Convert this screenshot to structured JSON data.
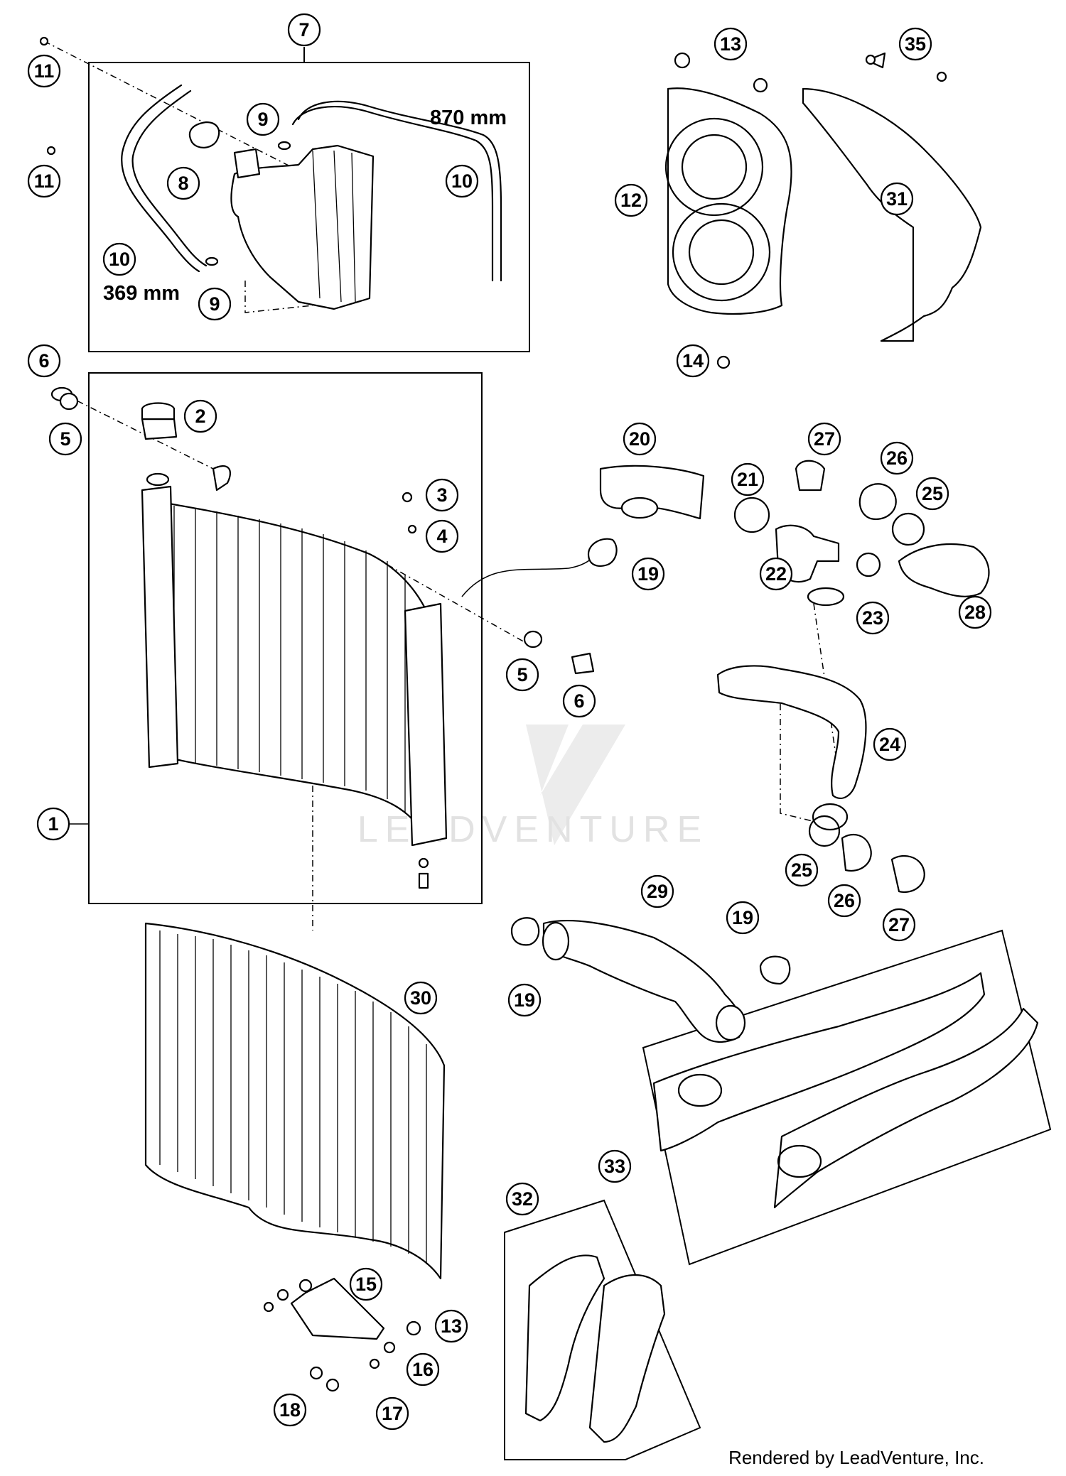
{
  "diagram": {
    "watermark": "LEADVENTURE",
    "credit": "Rendered by LeadVenture, Inc.",
    "dimensions": {
      "hose_long": "870 mm",
      "hose_short": "369 mm"
    },
    "callouts": {
      "c1": "1",
      "c2": "2",
      "c3": "3",
      "c4": "4",
      "c5a": "5",
      "c5b": "5",
      "c6a": "6",
      "c6b": "6",
      "c7": "7",
      "c8": "8",
      "c9a": "9",
      "c9b": "9",
      "c10a": "10",
      "c10b": "10",
      "c11a": "11",
      "c11b": "11",
      "c12": "12",
      "c13a": "13",
      "c13b": "13",
      "c14": "14",
      "c15": "15",
      "c16": "16",
      "c17": "17",
      "c18": "18",
      "c19a": "19",
      "c19b": "19",
      "c19c": "19",
      "c20": "20",
      "c21": "21",
      "c22": "22",
      "c23": "23",
      "c24": "24",
      "c25a": "25",
      "c25b": "25",
      "c26a": "26",
      "c26b": "26",
      "c27a": "27",
      "c27b": "27",
      "c28": "28",
      "c29": "29",
      "c30": "30",
      "c31": "31",
      "c32": "32",
      "c33": "33",
      "c35": "35"
    }
  }
}
